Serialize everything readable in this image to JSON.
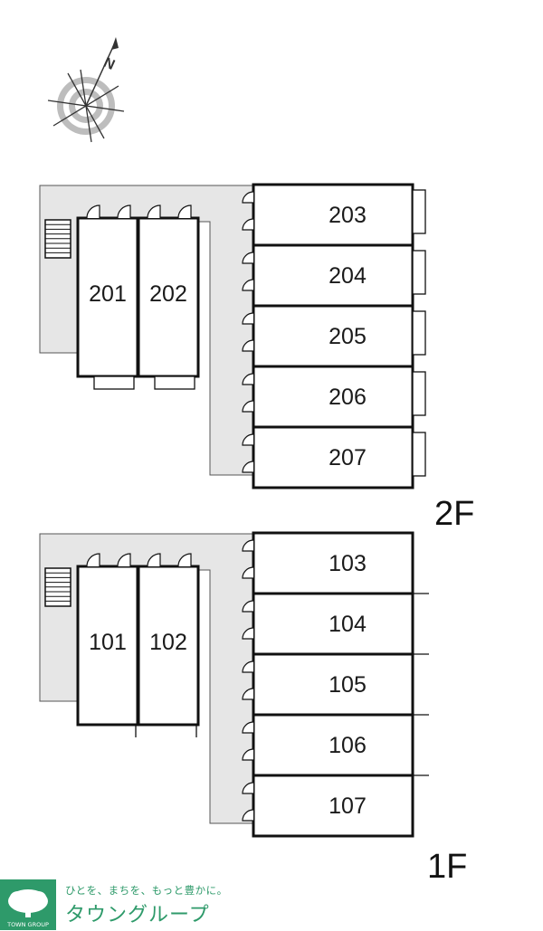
{
  "compass": {
    "north_letter": "N"
  },
  "floors": [
    {
      "label": "2F",
      "rooms": [
        "201",
        "202",
        "203",
        "204",
        "205",
        "206",
        "207"
      ]
    },
    {
      "label": "1F",
      "rooms": [
        "101",
        "102",
        "103",
        "104",
        "105",
        "106",
        "107"
      ]
    }
  ],
  "logo": {
    "tagline": "ひとを、まちを、もっと豊かに。",
    "name": "タウングループ",
    "icon_text": "TOWN GROUP"
  },
  "colors": {
    "walkway": "#e6e6e6",
    "wall": "#111111",
    "brand": "#2e9a6a"
  }
}
